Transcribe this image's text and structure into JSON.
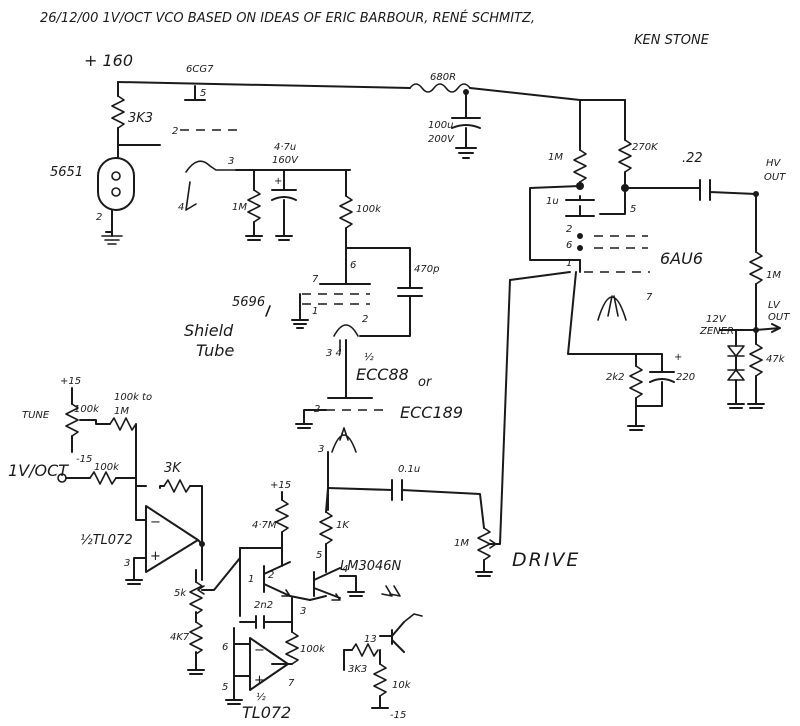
{
  "title_line_1": "26/12/00  1V/OCT VCO  BASED ON IDEAS OF ERIC BARBOUR, RENÉ SCHMITZ,",
  "title_line_2": "KEN STONE",
  "labels": {
    "supply": "+ 160",
    "tube_6cg7": "6CG7",
    "r_680r": "680R",
    "c_100u": "100u",
    "c_200v": "200V",
    "r_3k3_top": "3K3",
    "tube_5651": "5651",
    "pin2_5651": "2",
    "pin2_6cg7": "2",
    "pin3_6cg7": "3",
    "pin4_6cg7": "4",
    "pin5_6cg7": "5",
    "c_4u7": "4·7u",
    "c_160v": "160V",
    "r_1m_grid": "1M",
    "r_100k_plate": "100k",
    "c_470p": "470p",
    "tube_5696": "5696",
    "shield_1": "Shield",
    "shield_2": "Tube",
    "pin6_5696": "6",
    "pin7_5696": "7",
    "pin1_5696": "1",
    "pin2_5696": "2",
    "pin34_5696": "3 4",
    "ecc88": "ECC88",
    "ecc88_half": "½",
    "or_text": "or",
    "ecc189": "ECC189",
    "pin2_ecc": "2",
    "pin3_ecc": "3",
    "c_0u1": "0.1u",
    "r_1k": "1K",
    "drive_pot": "1M",
    "drive": "DRIVE",
    "r_1m_top": "1M",
    "r_270k": "270K",
    "c_22": ".22",
    "hv_out_1": "HV",
    "hv_out_2": "OUT",
    "pin1_6au6": "1u",
    "pin5_6au6": "5",
    "pin2_6au6": "2",
    "pin6_6au6": "6",
    "pin1b_6au6": "1",
    "pin7_6au6": "7",
    "tube_6au6": "6AU6",
    "r_1m_hv": "1M",
    "lv_out_1": "LV",
    "lv_out_2": "OUT",
    "zener_1": "12V",
    "zener_2": "ZENER",
    "r_47k": "47k",
    "r_2k2": "2k2",
    "c_220": "220",
    "plus15_tune": "+15",
    "tune": "TUNE",
    "r_100k_tune": "100k",
    "r_100k_to_1m_a": "100k to",
    "r_100k_to_1m_b": "1M",
    "minus15_tune": "-15",
    "input": "1V/OCT",
    "r_100k_in": "100k",
    "r_3k_fb": "3K",
    "opamp1": "½TL072",
    "op_pin_minus": "−",
    "op_pin_plus": "+",
    "op1_pin3": "3",
    "pot_5k": "5k",
    "r_4k7_low": "4K7",
    "plus15_mid": "+15",
    "r_4k7_mid": "4·7M",
    "pin1_lm": "1",
    "pin2_lm": "2",
    "pin3_lm": "3",
    "pin4_lm": "4",
    "pin5_lm": "5",
    "lm3046": "LM3046N",
    "c_2n2": "2n2",
    "r_100k_lm": "100k",
    "op2_pin6": "6",
    "op2_pin5": "5",
    "op2_pin7": "7",
    "opamp2_half": "½",
    "opamp2": "TL072",
    "pin13": "13",
    "r_3k3_low": "3K3",
    "r_10k": "10k",
    "minus15_low": "-15"
  }
}
